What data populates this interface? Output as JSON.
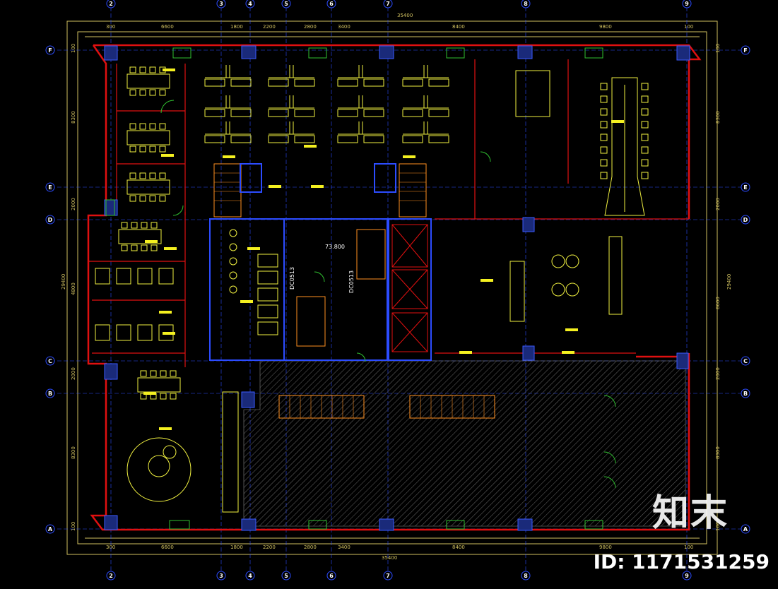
{
  "grid": {
    "columns": [
      "2",
      "3",
      "4",
      "5",
      "6",
      "7",
      "8",
      "9"
    ],
    "rows": [
      "F",
      "E",
      "D",
      "C",
      "B",
      "A"
    ]
  },
  "dimensions": {
    "top": [
      "300",
      "6600",
      "1800",
      "2200",
      "2800",
      "3400",
      "8400",
      "9800",
      "100"
    ],
    "top_total": "35400",
    "bottom": [
      "300",
      "6600",
      "1800",
      "2200",
      "2800",
      "3400",
      "8400",
      "9800",
      "100"
    ],
    "bottom_total": "35400",
    "left": [
      "100",
      "8300",
      "2000",
      "4800",
      "2000",
      "8300",
      "100"
    ],
    "left_total": "29400",
    "right": [
      "100",
      "8300",
      "2000",
      "8600",
      "2000",
      "8300",
      "100"
    ],
    "right_total": "29400"
  },
  "labels": {
    "level": "73.800",
    "door_codes": [
      "DC0513",
      "DC0513"
    ]
  },
  "watermark": {
    "logo_text": "知末",
    "id_text": "ID: 1171531259"
  },
  "colors": {
    "background": "#000000",
    "wall": "#e01010",
    "furniture": "#f0f040",
    "axis": "#3060ff",
    "dim": "#d0c060",
    "door": "#30c030",
    "column": "#2040ff",
    "hatch": "#777777",
    "stair": "#ff9020"
  }
}
